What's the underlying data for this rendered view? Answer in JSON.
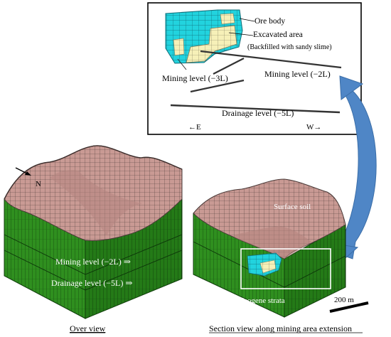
{
  "inset": {
    "ore_body": "Ore body",
    "excavated_area": "Excavated area",
    "backfill_note": "(Backfilled with sandy slime)",
    "mining_level_3l": "Mining level (−3L)",
    "mining_level_2l": "Mining level (−2L)",
    "drainage_level_5l": "Drainage level (−5L)",
    "east": "←E",
    "west": "W→"
  },
  "overview": {
    "north": "N",
    "mining_level": "Mining level (−2L) ⇒",
    "drainage_level": "Drainage  level  (−5L) ⇒",
    "caption": "Over view"
  },
  "section": {
    "surface_soil": "Surface soil",
    "neogene": "Neogene strata",
    "scale": "200 m",
    "caption": "Section view along mining area extension"
  },
  "colors": {
    "surface": "#c99a94",
    "strata": "#2e8b1e",
    "ore": "#22d3de",
    "excavated": "#f6f0b8",
    "arrow": "#4f86c6"
  }
}
